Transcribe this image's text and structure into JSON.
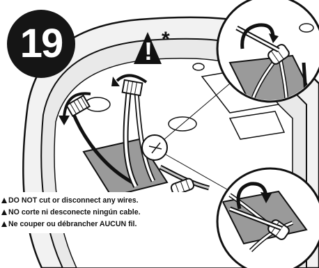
{
  "step": {
    "number": "19"
  },
  "warning": {
    "symbol": "!",
    "asterisk": "*",
    "icon": "warning-triangle-icon"
  },
  "notice": {
    "lines": [
      "DO NOT cut or disconnect any wires.",
      "NO corte ni desconecte ningún cable.",
      "Ne couper ou débrancher AUCUN fil."
    ]
  },
  "callouts": {
    "top_right": {
      "icon": "wire-nut-twist-icon"
    },
    "bottom_right": {
      "icon": "wire-nut-twist-icon"
    }
  }
}
